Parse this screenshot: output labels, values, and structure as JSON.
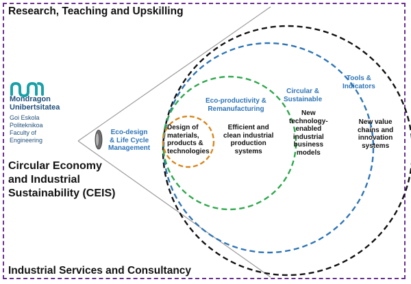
{
  "header": {
    "title": "Research, Teaching and Upskilling"
  },
  "footer": {
    "title": "Industrial Services and Consultancy"
  },
  "logo": {
    "brand_line1": "Mondragon",
    "brand_line2": "Unibertsitatea",
    "sub_line1": "Goi Eskola",
    "sub_line2": "Politeknikoa",
    "sub_line3": "Faculty of",
    "sub_line4": "Engineering"
  },
  "ceis": {
    "line1": "Circular Economy",
    "line2": "and Industrial",
    "line3": "Sustainability (CEIS)"
  },
  "circles": {
    "eco_design": {
      "line1": "Eco-design",
      "line2": "& Life Cycle",
      "line3": "Management",
      "color": "#d9861c"
    },
    "eco_productivity": {
      "line1": "Eco-productivity &",
      "line2": "Remanufacturing",
      "color": "#2ea84d"
    },
    "circular": {
      "line1": "Circular &",
      "line2": "Sustainable",
      "color": "#2e75b6"
    },
    "tools": {
      "line1": "Tools &",
      "line2": "Indicators",
      "color": "#111111"
    }
  },
  "contents": {
    "design": {
      "line1": "Design of",
      "line2": "materials,",
      "line3": "products &",
      "line4": "technologies"
    },
    "efficient": {
      "line1": "Efficient and",
      "line2": "clean industrial",
      "line3": "production",
      "line4": "systems"
    },
    "new_tech": {
      "line1": "New",
      "line2": "technology-",
      "line3": "enabled",
      "line4": "industrial",
      "line5": "business",
      "line6": "models"
    },
    "new_value": {
      "line1": "New value",
      "line2": "chains and",
      "line3": "innovation",
      "line4": "systems"
    }
  },
  "colors": {
    "frame": "#6a2d91",
    "label_blue": "#2e75b6",
    "logo_teal": "#1aa0a8"
  }
}
